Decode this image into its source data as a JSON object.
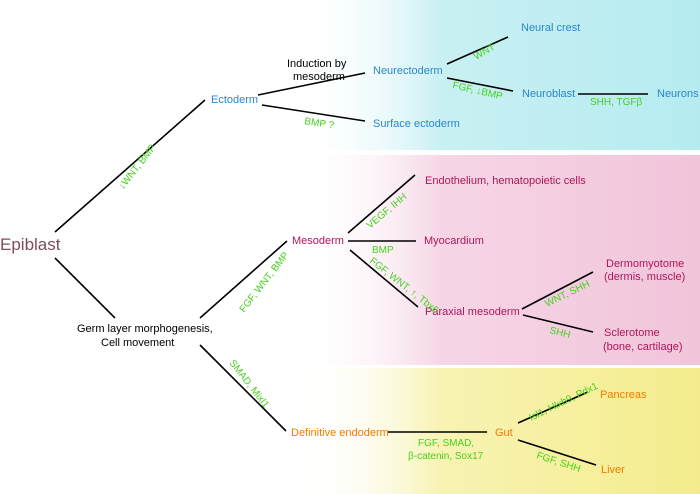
{
  "colors": {
    "ectoderm": "#2b86c9",
    "mesoderm": "#b0145a",
    "endoderm": "#ef7d00",
    "signal": "#46d11e",
    "root": "#7a4e5e",
    "black": "#000000",
    "cyan_band": "#bfeef2",
    "pink_band": "#f3c9df",
    "yellow_band": "#f6f09a"
  },
  "nodes": {
    "epiblast": "Epiblast",
    "ectoderm": "Ectoderm",
    "induction_line1": "Induction by",
    "induction_line2": "mesoderm",
    "neurectoderm": "Neurectoderm",
    "neural_crest": "Neural crest",
    "neuroblast": "Neuroblast",
    "neurons": "Neurons",
    "surface_ectoderm": "Surface ectoderm",
    "germ_line1": "Germ layer morphogenesis,",
    "germ_line2": "Cell movement",
    "mesoderm": "Mesoderm",
    "endothelium": "Endothelium, hematopoietic cells",
    "myocardium": "Myocardium",
    "paraxial": "Paraxial mesoderm",
    "dermo_line1": "Dermomyotome",
    "dermo_line2": "(dermis, muscle)",
    "sclero_line1": "Sclerotome",
    "sclero_line2": "(bone, cartilage)",
    "definitive_endoderm": "Definitive endoderm",
    "gut": "Gut",
    "pancreas": "Pancreas",
    "liver": "Liver"
  },
  "signals": {
    "wnt_bmp": "↓WNT, BMP",
    "wnt": "WNT",
    "fgf_bmp": "FGF, ↓BMP",
    "shh_tgf": "SHH, TGFβ",
    "bmp_q": "BMP ?",
    "fgf_wnt_bmp": "FGF, WNT, BMP",
    "smad_mixl1": "SMAD, Mixl1",
    "vegf_ihh": "VEGF, IHH",
    "bmp": "BMP",
    "fgf_wnt_tbx6": "FGF, WNT, ↑, Tbx6",
    "wnt_shh": "WNT, SHH",
    "shh": "SHH",
    "fgf_smad": "FGF, SMAD,",
    "bcat_sox17": "β-catenin, Sox17",
    "isl1": "Isl1, Hlxb9, Pdx1",
    "fgf_shh": "FGF, SHH"
  }
}
